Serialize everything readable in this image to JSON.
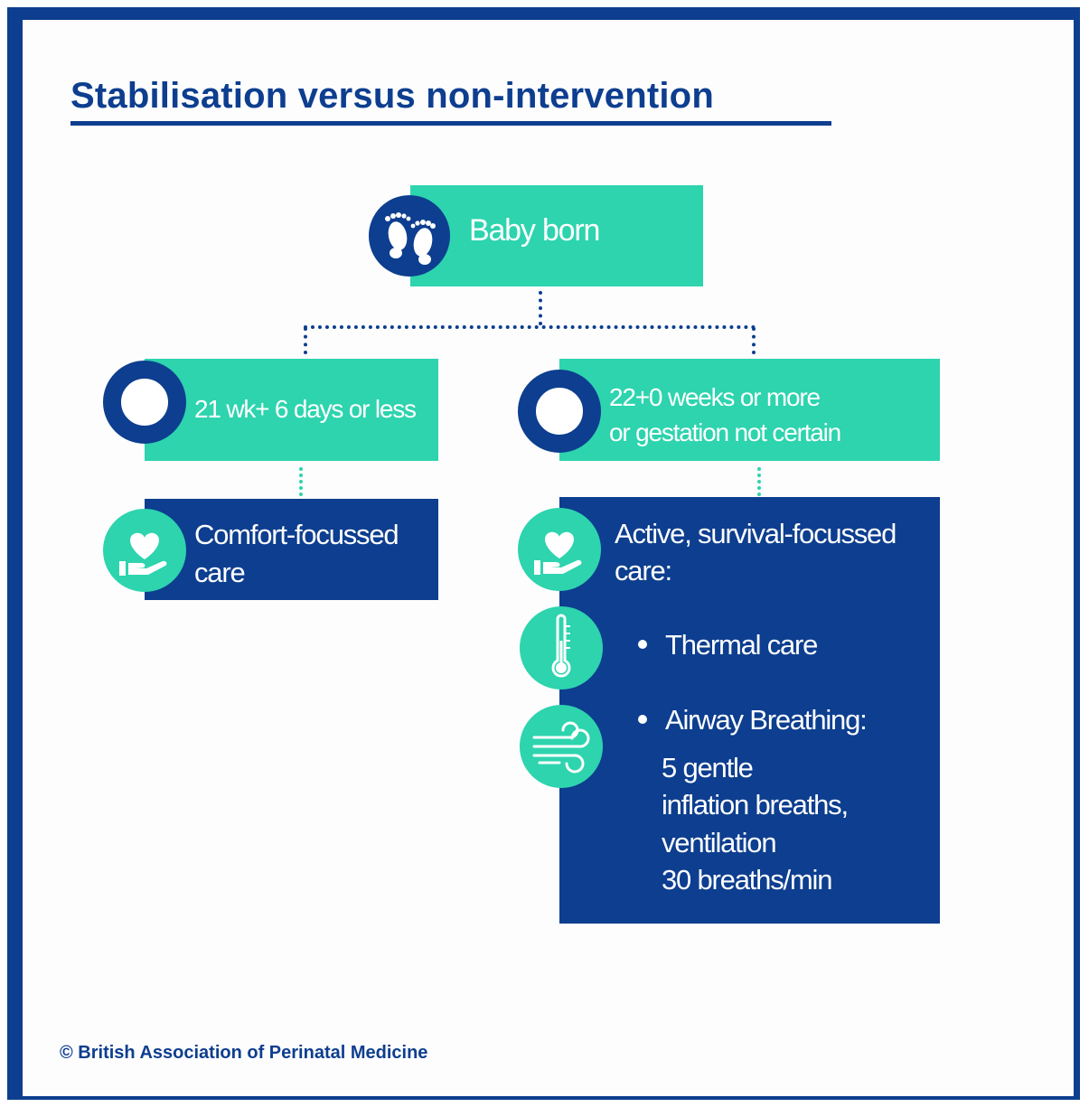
{
  "title": "Stabilisation versus non-intervention",
  "root": {
    "label": "Baby born",
    "icon": "baby-feet-icon"
  },
  "branches": [
    {
      "condition": "21 wk+ 6 days or less",
      "outcome": {
        "line1": "Comfort-focussed",
        "line2": "care",
        "icon": "heart-in-hand-icon"
      }
    },
    {
      "condition_line1": "22+0 weeks or more",
      "condition_line2": "or gestation not certain",
      "outcome": {
        "line1": "Active, survival-focussed",
        "line2": "care:",
        "bullets": [
          {
            "label": "Thermal care",
            "icon": "thermometer-icon"
          },
          {
            "label": "Airway Breathing:",
            "icon": "wind-icon",
            "details": [
              "5 gentle",
              "inflation breaths,",
              "ventilation",
              "30 breaths/min"
            ]
          }
        ],
        "icon": "heart-in-hand-icon"
      }
    }
  ],
  "footer": "© British Association of Perinatal Medicine",
  "colors": {
    "navy": "#0d3e8f",
    "teal": "#2dd4ae",
    "white": "#ffffff"
  }
}
